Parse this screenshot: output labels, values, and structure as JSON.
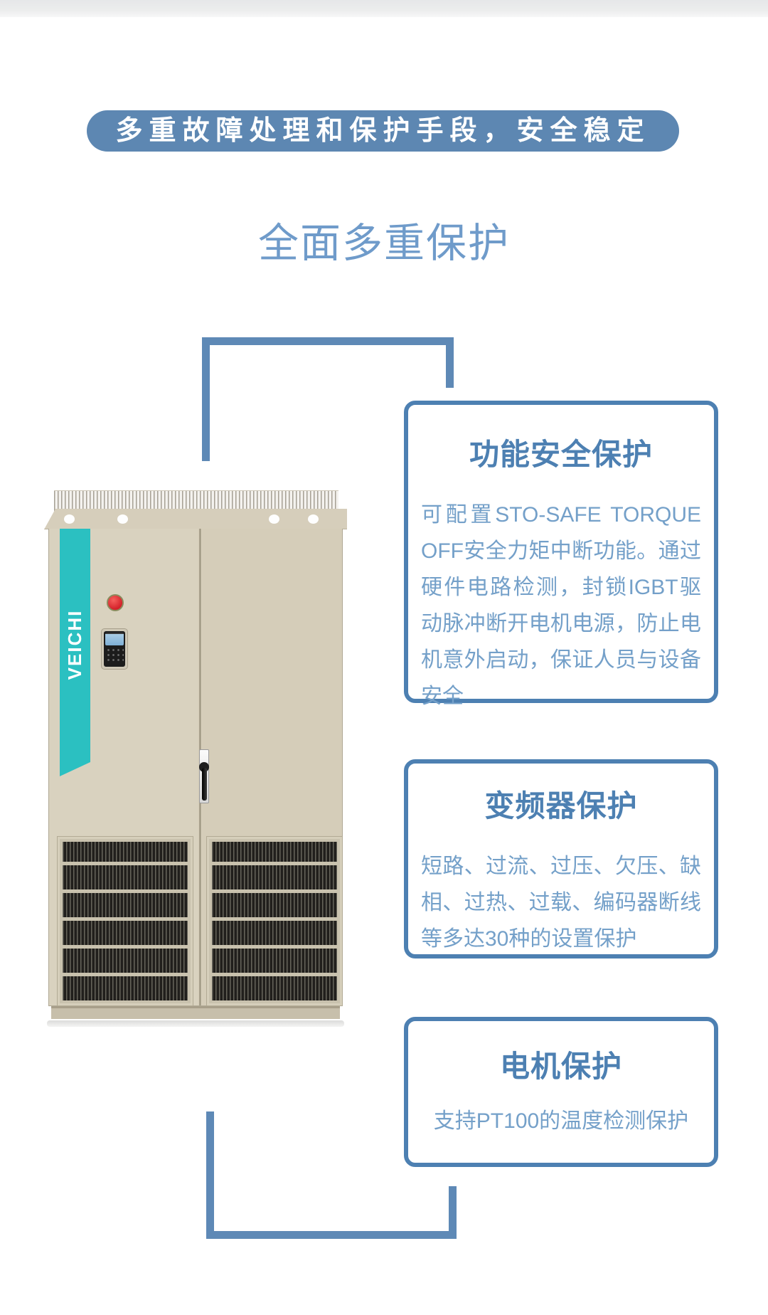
{
  "banner": {
    "text": "多重故障处理和保护手段，安全稳定"
  },
  "heading": {
    "text": "全面多重保护"
  },
  "cabinet": {
    "brand": "VEICHI"
  },
  "cards": [
    {
      "title": "功能安全保护",
      "body": "可配置STO-SAFE TORQUE OFF安全力矩中断功能。通过硬件电路检测，封锁IGBT驱动脉冲断开电机电源，防止电机意外启动，保证人员与设备安全"
    },
    {
      "title": "变频器保护",
      "body": "短路、过流、过压、欠压、缺相、过热、过载、编码器断线等多达30种的设置保护"
    },
    {
      "title": "电机保护",
      "body": "支持PT100的温度检测保护"
    }
  ],
  "colors": {
    "banner_bg": "#5d87b2",
    "bracket_line": "#5e89b6",
    "card_border": "#4d80b2",
    "card_title": "#4d80b2",
    "card_body_text": "#74a0c9",
    "heading_text": "#6f9bca",
    "brand_teal": "#2bc0c1",
    "cabinet_beige": "#d9d2bf",
    "stop_button_red": "#d3212a"
  }
}
